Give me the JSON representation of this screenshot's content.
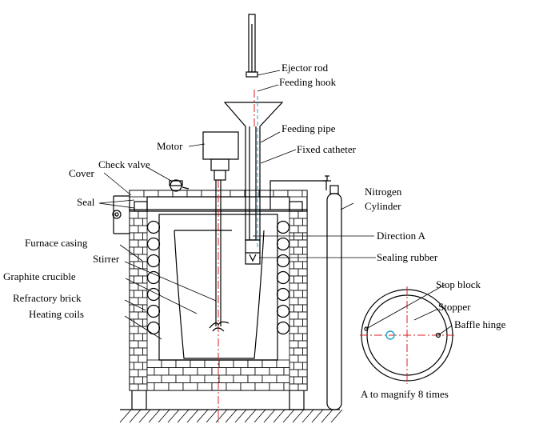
{
  "labels": {
    "ejector_rod": "Ejector rod",
    "feeding_hook": "Feeding hook",
    "feeding_pipe": "Feeding pipe",
    "fixed_catheter": "Fixed catheter",
    "motor": "Motor",
    "check_valve": "Check valve",
    "cover": "Cover",
    "seal": "Seal",
    "nitrogen_cylinder_line1": "Nitrogen",
    "nitrogen_cylinder_line2": "Cylinder",
    "direction_a": "Direction A",
    "furnace_casing": "Furnace casing",
    "stirrer": "Stirrer",
    "sealing_rubber": "Sealing rubber",
    "graphite_crucible": "Graphite crucible",
    "refractory_brick": "Refractory brick",
    "heating_coils": "Heating coils",
    "stop_block": "Stop block",
    "stopper": "Stopper",
    "baffle_hinge": "Baffle hinge",
    "magnify_caption": "A to magnify 8 times"
  },
  "colors": {
    "line": "#000000",
    "axis_red": "#d62020",
    "axis_cyan": "#1aa3c8"
  }
}
